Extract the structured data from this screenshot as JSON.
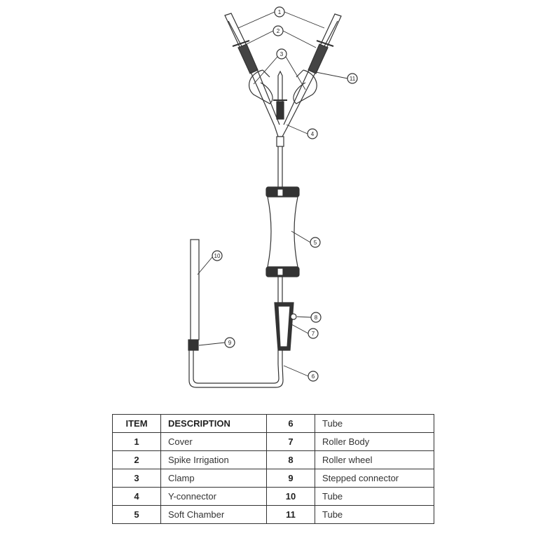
{
  "callouts": [
    "1",
    "2",
    "3",
    "4",
    "5",
    "6",
    "7",
    "8",
    "9",
    "10",
    "11"
  ],
  "table": {
    "headers": [
      "ITEM",
      "DESCRIPTION"
    ],
    "rows": [
      {
        "item": "1",
        "description": "Cover",
        "item2": "6",
        "description2": "Tube"
      },
      {
        "item": "2",
        "description": "Spike Irrigation",
        "item2": "7",
        "description2": "Roller Body"
      },
      {
        "item": "3",
        "description": "Clamp",
        "item2": "8",
        "description2": "Roller wheel"
      },
      {
        "item": "4",
        "description": "Y-connector",
        "item2": "9",
        "description2": "Stepped connector"
      },
      {
        "item": "5",
        "description": "Soft Chamber",
        "item2": "10",
        "description2": "Tube"
      }
    ],
    "last_row": {
      "item2": "11",
      "description2": "Tube"
    }
  }
}
